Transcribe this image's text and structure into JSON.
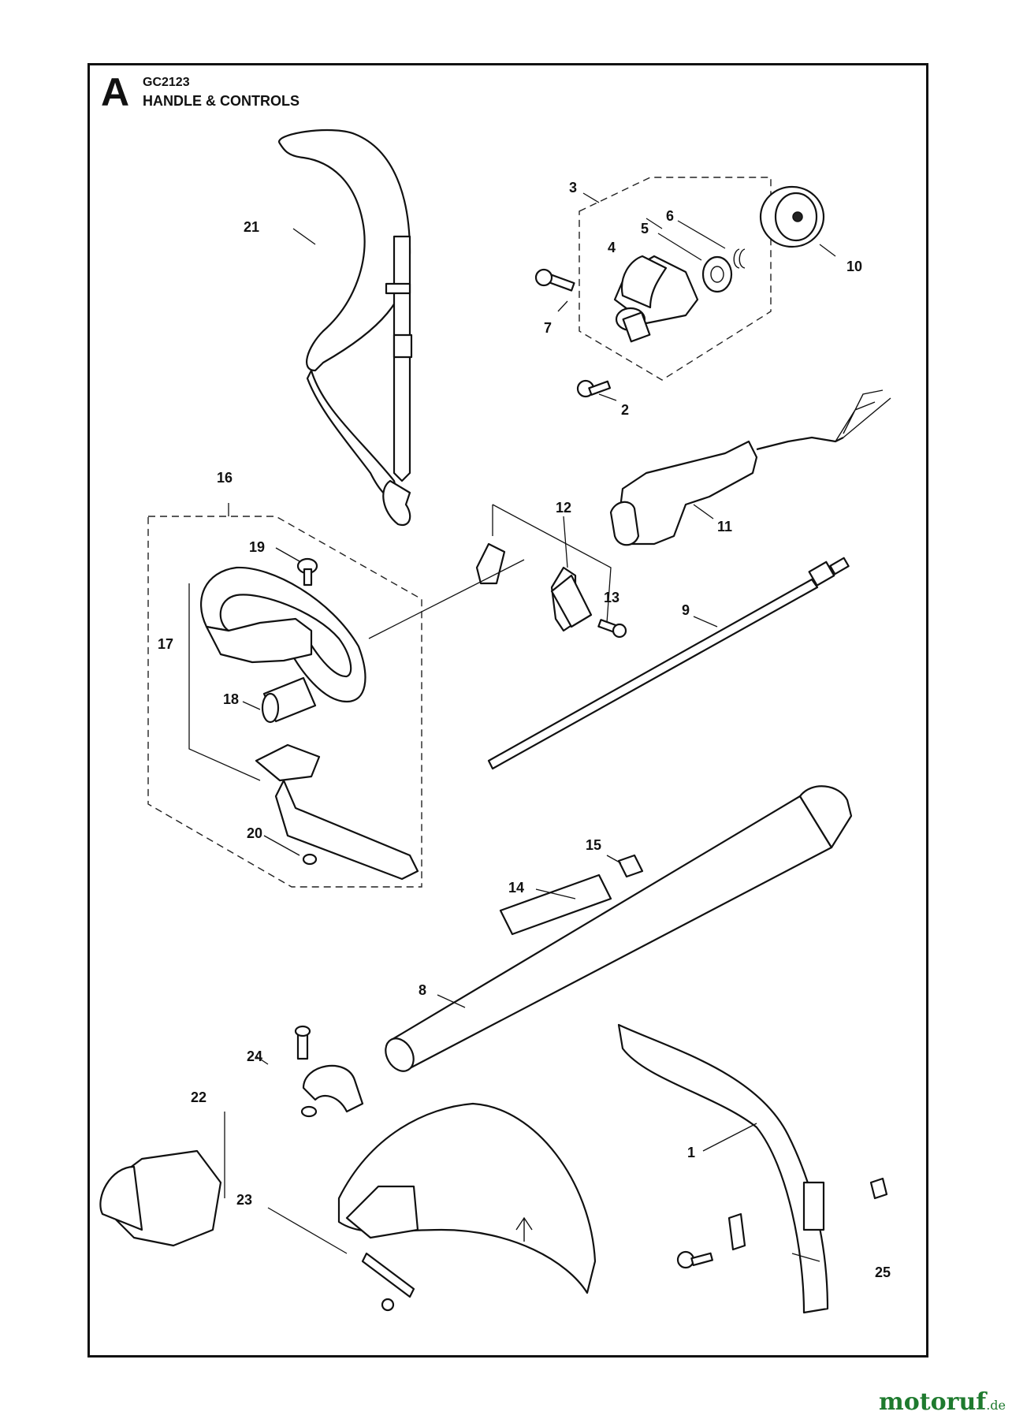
{
  "header": {
    "section_letter": "A",
    "model_code": "GC2123",
    "title": "HANDLE & CONTROLS"
  },
  "part_labels": [
    "1",
    "2",
    "3",
    "4",
    "5",
    "6",
    "7",
    "8",
    "9",
    "10",
    "11",
    "12",
    "13",
    "14",
    "15",
    "16",
    "17",
    "18",
    "19",
    "20",
    "21",
    "22",
    "23",
    "24",
    "25"
  ],
  "watermark": {
    "brand": "motoruf",
    "tld": ".de"
  }
}
